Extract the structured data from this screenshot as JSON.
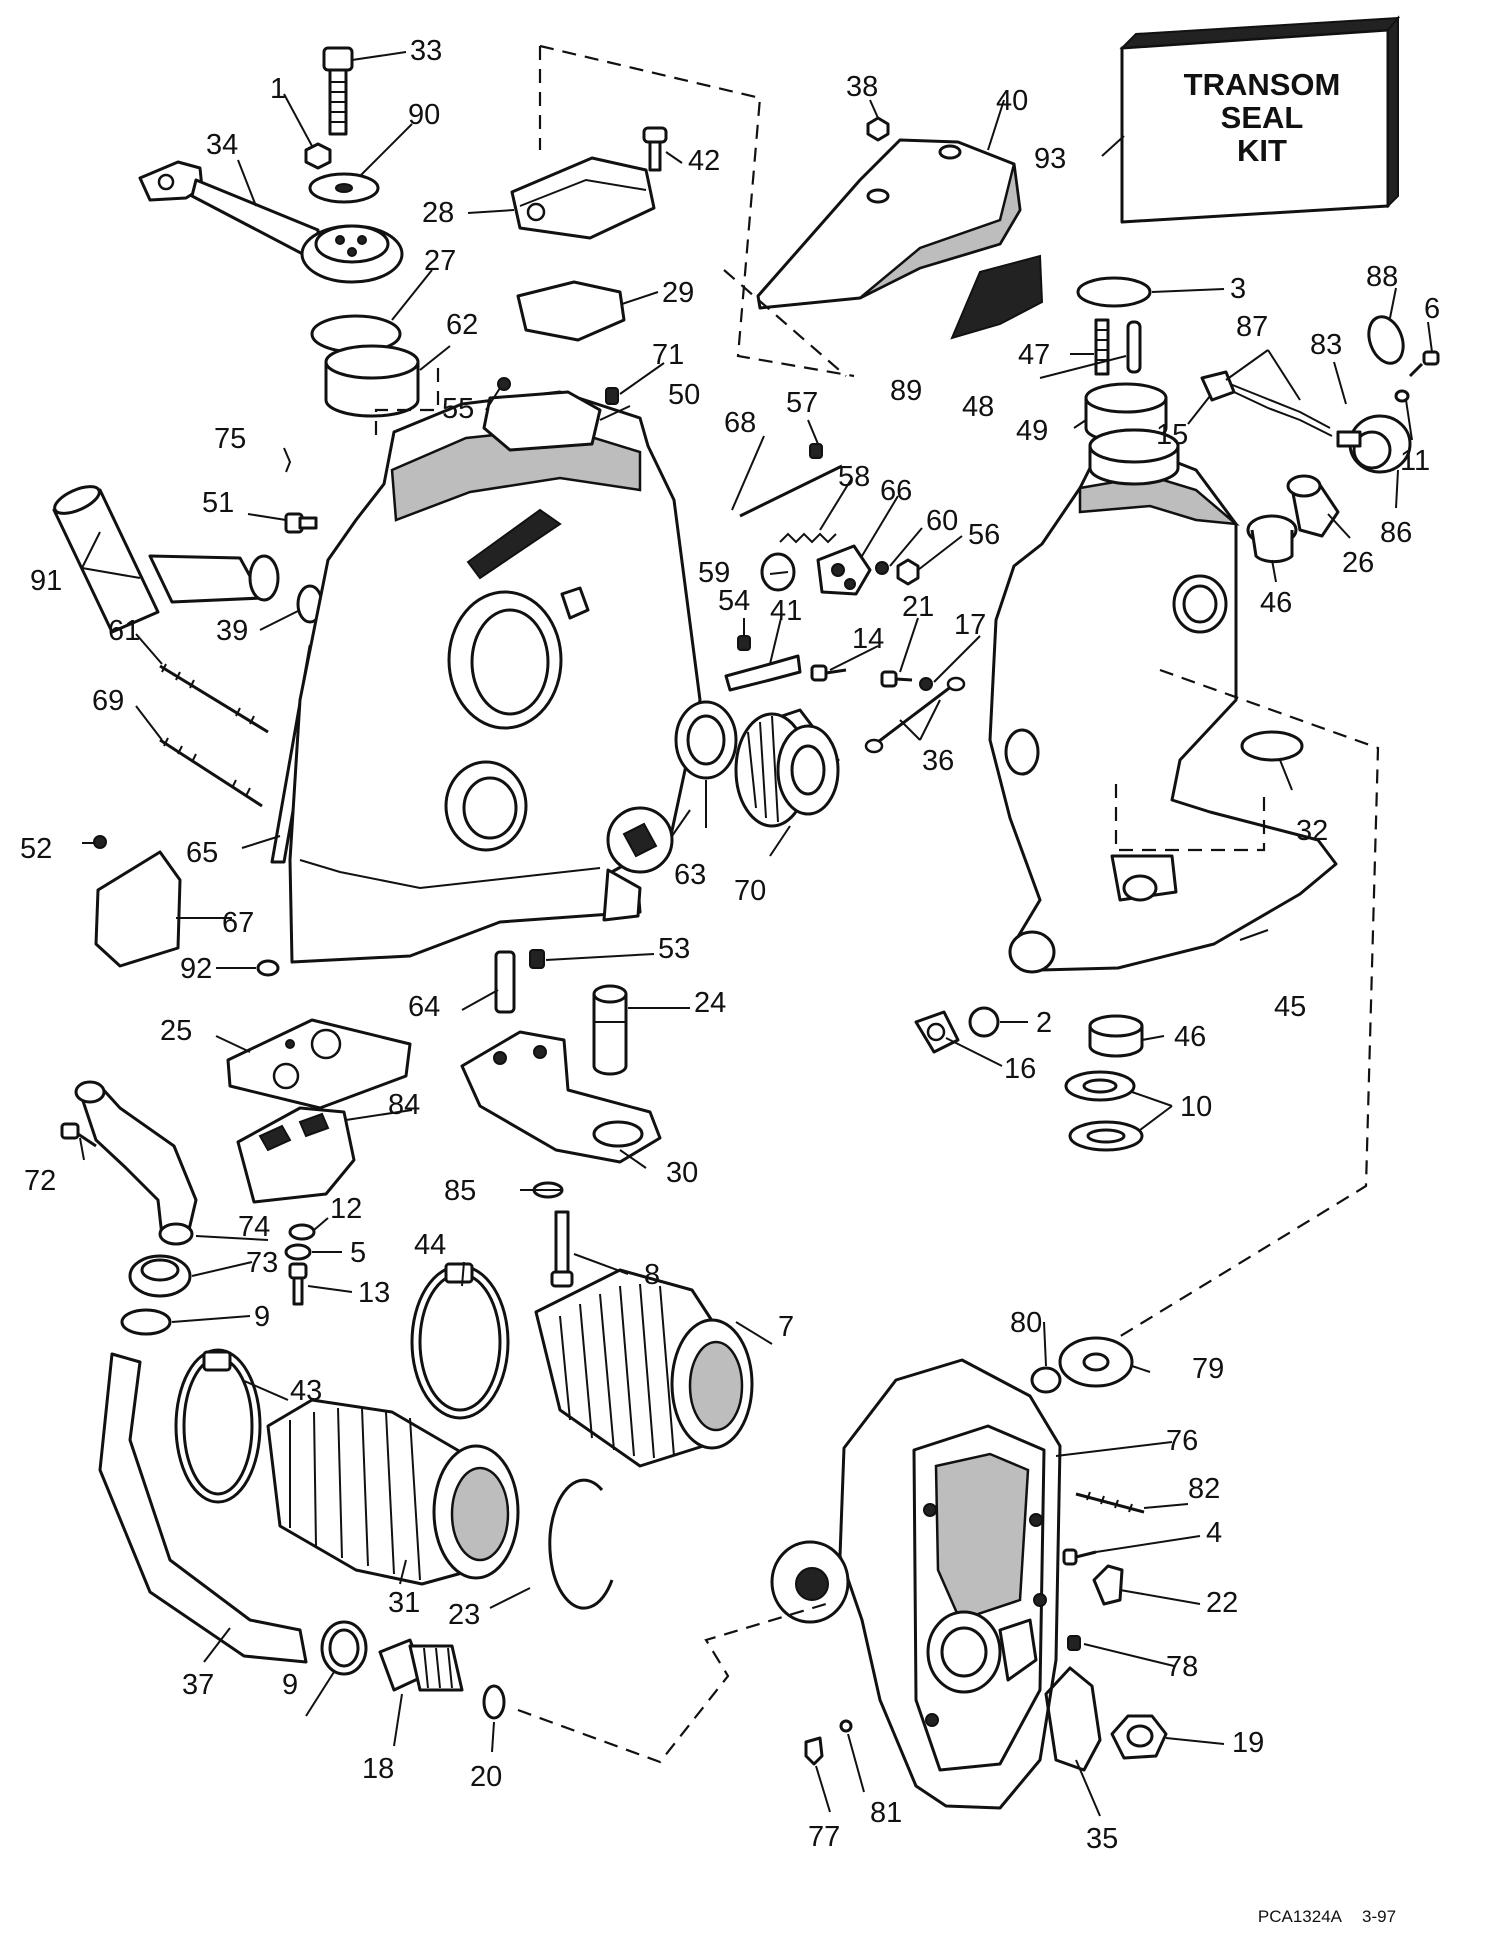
{
  "kit_box": {
    "lines": [
      "TRANSOM",
      "SEAL",
      "KIT"
    ],
    "number": "93"
  },
  "footer": {
    "code": "PCA1324A",
    "date": "3-97"
  },
  "callouts": [
    {
      "id": "1",
      "text": "1"
    },
    {
      "id": "2",
      "text": "2"
    },
    {
      "id": "3",
      "text": "3"
    },
    {
      "id": "4",
      "text": "4"
    },
    {
      "id": "5",
      "text": "5"
    },
    {
      "id": "6",
      "text": "6"
    },
    {
      "id": "7",
      "text": "7"
    },
    {
      "id": "8",
      "text": "8"
    },
    {
      "id": "9a",
      "text": "9"
    },
    {
      "id": "9b",
      "text": "9"
    },
    {
      "id": "10",
      "text": "10"
    },
    {
      "id": "11",
      "text": "11"
    },
    {
      "id": "12",
      "text": "12"
    },
    {
      "id": "13",
      "text": "13"
    },
    {
      "id": "14",
      "text": "14"
    },
    {
      "id": "15",
      "text": "15"
    },
    {
      "id": "16",
      "text": "16"
    },
    {
      "id": "17",
      "text": "17"
    },
    {
      "id": "18",
      "text": "18"
    },
    {
      "id": "19",
      "text": "19"
    },
    {
      "id": "20",
      "text": "20"
    },
    {
      "id": "21",
      "text": "21"
    },
    {
      "id": "22",
      "text": "22"
    },
    {
      "id": "23",
      "text": "23"
    },
    {
      "id": "24",
      "text": "24"
    },
    {
      "id": "25",
      "text": "25"
    },
    {
      "id": "26",
      "text": "26"
    },
    {
      "id": "27",
      "text": "27"
    },
    {
      "id": "28",
      "text": "28"
    },
    {
      "id": "29",
      "text": "29"
    },
    {
      "id": "30",
      "text": "30"
    },
    {
      "id": "31",
      "text": "31"
    },
    {
      "id": "32",
      "text": "32"
    },
    {
      "id": "33",
      "text": "33"
    },
    {
      "id": "34",
      "text": "34"
    },
    {
      "id": "35",
      "text": "35"
    },
    {
      "id": "36",
      "text": "36"
    },
    {
      "id": "37",
      "text": "37"
    },
    {
      "id": "38",
      "text": "38"
    },
    {
      "id": "39",
      "text": "39"
    },
    {
      "id": "40",
      "text": "40"
    },
    {
      "id": "41",
      "text": "41"
    },
    {
      "id": "42",
      "text": "42"
    },
    {
      "id": "43",
      "text": "43"
    },
    {
      "id": "44",
      "text": "44"
    },
    {
      "id": "45",
      "text": "45"
    },
    {
      "id": "46a",
      "text": "46"
    },
    {
      "id": "46b",
      "text": "46"
    },
    {
      "id": "47",
      "text": "47"
    },
    {
      "id": "48",
      "text": "48"
    },
    {
      "id": "49",
      "text": "49"
    },
    {
      "id": "50",
      "text": "50"
    },
    {
      "id": "51",
      "text": "51"
    },
    {
      "id": "52",
      "text": "52"
    },
    {
      "id": "53",
      "text": "53"
    },
    {
      "id": "54",
      "text": "54"
    },
    {
      "id": "55",
      "text": "55"
    },
    {
      "id": "56",
      "text": "56"
    },
    {
      "id": "57",
      "text": "57"
    },
    {
      "id": "58",
      "text": "58"
    },
    {
      "id": "59",
      "text": "59"
    },
    {
      "id": "60",
      "text": "60"
    },
    {
      "id": "61",
      "text": "61"
    },
    {
      "id": "62",
      "text": "62"
    },
    {
      "id": "63",
      "text": "63"
    },
    {
      "id": "64",
      "text": "64"
    },
    {
      "id": "65",
      "text": "65"
    },
    {
      "id": "66",
      "text": "66"
    },
    {
      "id": "67",
      "text": "67"
    },
    {
      "id": "68",
      "text": "68"
    },
    {
      "id": "69",
      "text": "69"
    },
    {
      "id": "70",
      "text": "70"
    },
    {
      "id": "71",
      "text": "71"
    },
    {
      "id": "72",
      "text": "72"
    },
    {
      "id": "73",
      "text": "73"
    },
    {
      "id": "74",
      "text": "74"
    },
    {
      "id": "75",
      "text": "75"
    },
    {
      "id": "76",
      "text": "76"
    },
    {
      "id": "77",
      "text": "77"
    },
    {
      "id": "78",
      "text": "78"
    },
    {
      "id": "79",
      "text": "79"
    },
    {
      "id": "80",
      "text": "80"
    },
    {
      "id": "81",
      "text": "81"
    },
    {
      "id": "82",
      "text": "82"
    },
    {
      "id": "83",
      "text": "83"
    },
    {
      "id": "84",
      "text": "84"
    },
    {
      "id": "85",
      "text": "85"
    },
    {
      "id": "86",
      "text": "86"
    },
    {
      "id": "87",
      "text": "87"
    },
    {
      "id": "88",
      "text": "88"
    },
    {
      "id": "89",
      "text": "89"
    },
    {
      "id": "90",
      "text": "90"
    },
    {
      "id": "91",
      "text": "91"
    },
    {
      "id": "92",
      "text": "92"
    }
  ]
}
